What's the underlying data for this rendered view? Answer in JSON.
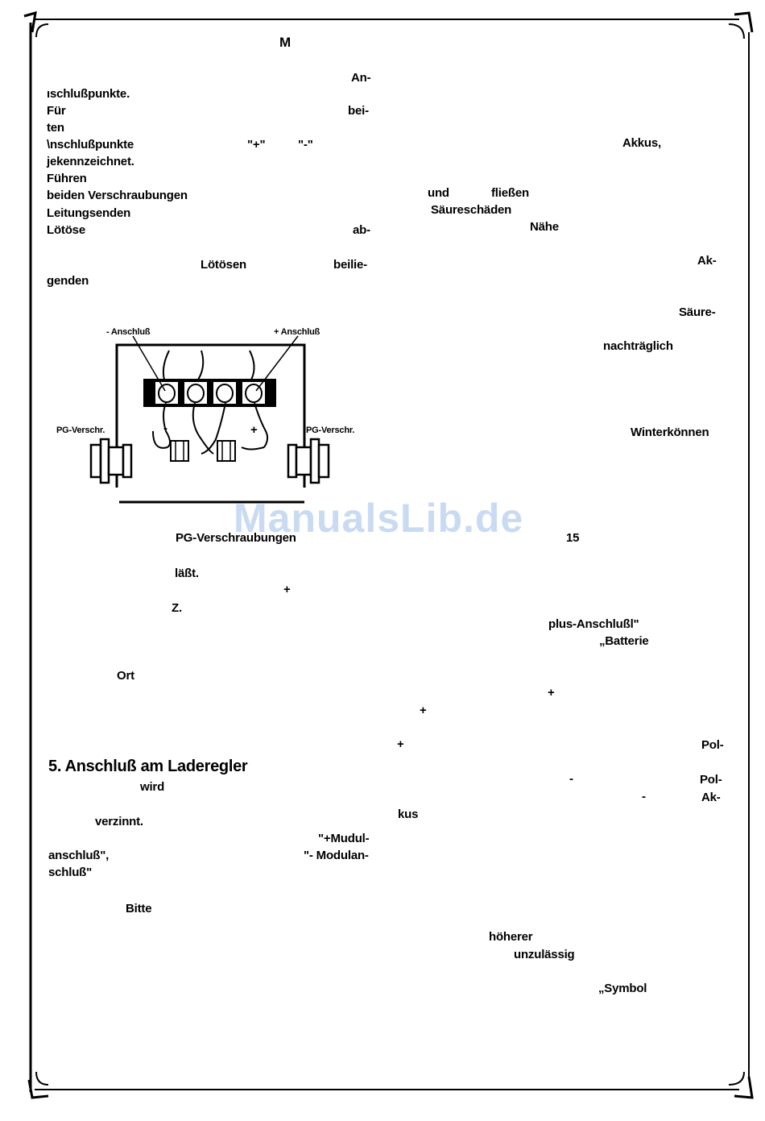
{
  "page": {
    "heading_m": "M",
    "section_heading": "5. Anschluß am Laderegler",
    "watermark": "ManualsLib.de"
  },
  "left_column": [
    "An-",
    "ıschlußpunkte.",
    "Für",
    "bei-",
    "ten",
    "\\nschlußpunkte",
    "\"+\"",
    "\"-\"",
    "jekennzeichnet.",
    "Führen",
    "beiden Verschraubungen",
    "Leitungsenden",
    "Lötöse",
    "ab-",
    "Lötösen",
    "beilie-",
    "genden"
  ],
  "diagram": {
    "label_minus": "- Anschluß",
    "label_plus": "+ Anschluß",
    "label_pg_left": "PG-Verschr.",
    "label_pg_right": "PG-Verschr.",
    "mark_minus": "-",
    "mark_plus": "+"
  },
  "middle_texts": [
    "PG-Verschraubungen",
    "15",
    "läßt.",
    "+",
    "Z.",
    "Ort",
    "wird",
    "verzinnt.",
    "\"+Mudul-",
    "anschluß\",",
    "\"- Modulan-",
    "schluß\"",
    "Bitte"
  ],
  "right_column": [
    "Akkus,",
    "und",
    "fließen",
    "Säureschäden",
    "Nähe",
    "Ak-",
    "Säure-",
    "nachträglich",
    "Winterkönnen",
    "plus-Anschlußl\"",
    "„Batterie",
    "+",
    "+",
    "+",
    "Pol-",
    "-",
    "Pol-",
    "-",
    "Ak-",
    "kus",
    "höherer",
    "unzulässig",
    "„Symbol"
  ]
}
